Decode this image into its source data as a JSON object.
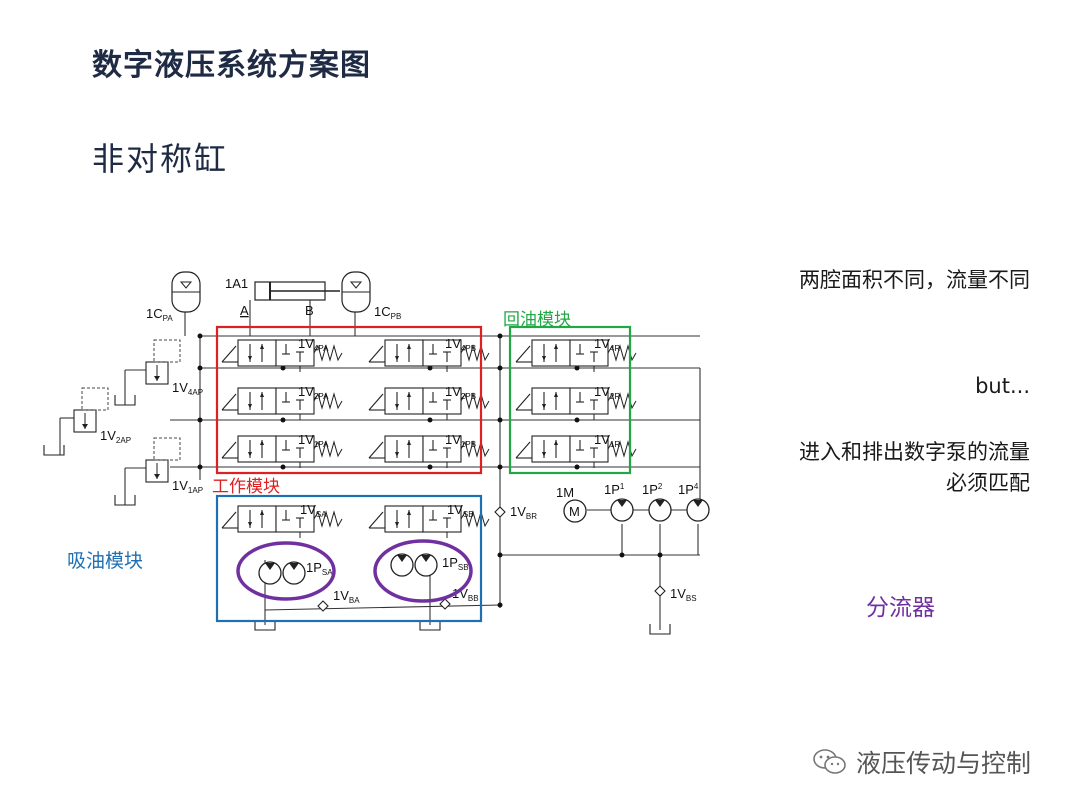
{
  "title": "数字液压系统方案图",
  "subtitle": "非对称缸",
  "notes": {
    "line1": "两腔面积不同，流量不同",
    "line2": "but...",
    "line3": "进入和排出数字泵的流量必须匹配"
  },
  "labels": {
    "return_module": "回油模块",
    "work_module": "工作模块",
    "suction_module": "吸油模块",
    "divider": "分流器"
  },
  "components": {
    "cylinder": "1A1",
    "port_a": "A",
    "port_b": "B",
    "acc_pa": {
      "main": "1C",
      "sub": "PA"
    },
    "acc_pb": {
      "main": "1C",
      "sub": "PB"
    },
    "v4pa": {
      "main": "1V",
      "sub": "4PA"
    },
    "v2pa": {
      "main": "1V",
      "sub": "2PA"
    },
    "v1pa": {
      "main": "1V",
      "sub": "1PA"
    },
    "v4pb": {
      "main": "1V",
      "sub": "4PB"
    },
    "v2pb": {
      "main": "1V",
      "sub": "2PB"
    },
    "v1pb": {
      "main": "1V",
      "sub": "1PB"
    },
    "v4r": {
      "main": "1V",
      "sub": "4R"
    },
    "v2r": {
      "main": "1V",
      "sub": "2R"
    },
    "v1r": {
      "main": "1V",
      "sub": "1R"
    },
    "vsa": {
      "main": "1V",
      "sub": "SA"
    },
    "vsb": {
      "main": "1V",
      "sub": "SB"
    },
    "psa": {
      "main": "1P",
      "sub": "SA"
    },
    "psb": {
      "main": "1P",
      "sub": "SB"
    },
    "vba": {
      "main": "1V",
      "sub": "BA"
    },
    "vbb": {
      "main": "1V",
      "sub": "BB"
    },
    "vbr": {
      "main": "1V",
      "sub": "BR"
    },
    "vbs": {
      "main": "1V",
      "sub": "BS"
    },
    "v4ap": {
      "main": "1V",
      "sub": "4AP"
    },
    "v2ap": {
      "main": "1V",
      "sub": "2AP"
    },
    "v1ap": {
      "main": "1V",
      "sub": "1AP"
    },
    "motor": "1M",
    "motor_symbol": "M",
    "p1": {
      "main": "1P",
      "sub": "1"
    },
    "p2": {
      "main": "1P",
      "sub": "2"
    },
    "p4": {
      "main": "1P",
      "sub": "4"
    }
  },
  "colors": {
    "work_module": "#e02020",
    "return_module": "#21a845",
    "suction_module": "#1f6fb5",
    "divider": "#7030a0"
  },
  "watermark": "液压传动与控制"
}
